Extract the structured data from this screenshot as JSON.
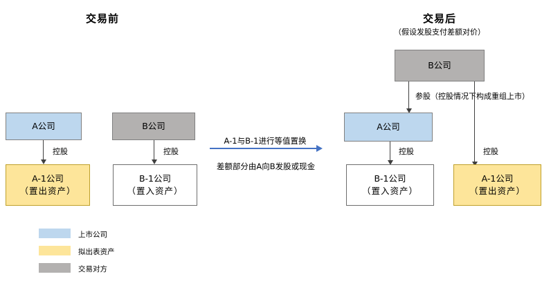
{
  "diagram": {
    "left_panel": {
      "title": "交易前",
      "nodes": {
        "a_company": "A公司",
        "b_company": "B公司",
        "a1_company_line1": "A-1公司",
        "a1_company_line2": "（置出资产）",
        "b1_company_line1": "B-1公司",
        "b1_company_line2": "（置入资产）"
      },
      "edges": {
        "a_to_a1": "控股",
        "b_to_b1": "控股"
      }
    },
    "center": {
      "line_above": "A-1与B-1进行等值置换",
      "line_below": "差额部分由A向B发股或现金"
    },
    "right_panel": {
      "title": "交易后",
      "subtitle": "（假设发股支付差额对价）",
      "nodes": {
        "b_company": "B公司",
        "a_company": "A公司",
        "b1_company_line1": "B-1公司",
        "b1_company_line2": "（置入资产）",
        "a1_company_line1": "A-1公司",
        "a1_company_line2": "（置出资产）"
      },
      "edges": {
        "b_to_a": "参股（控股情况下构成重组上市）",
        "a_to_b1": "控股",
        "b_to_a1": "控股"
      }
    },
    "legend": {
      "items": [
        {
          "label": "上市公司",
          "color": "#bdd7ee"
        },
        {
          "label": "拟出表资产",
          "color": "#fde59a"
        },
        {
          "label": "交易对方",
          "color": "#b3b1b0"
        }
      ]
    },
    "colors": {
      "listed_company": "#bdd7ee",
      "divest_asset": "#fde59a",
      "counterparty": "#b3b1b0",
      "swap_arrow": "#4472c4"
    }
  }
}
